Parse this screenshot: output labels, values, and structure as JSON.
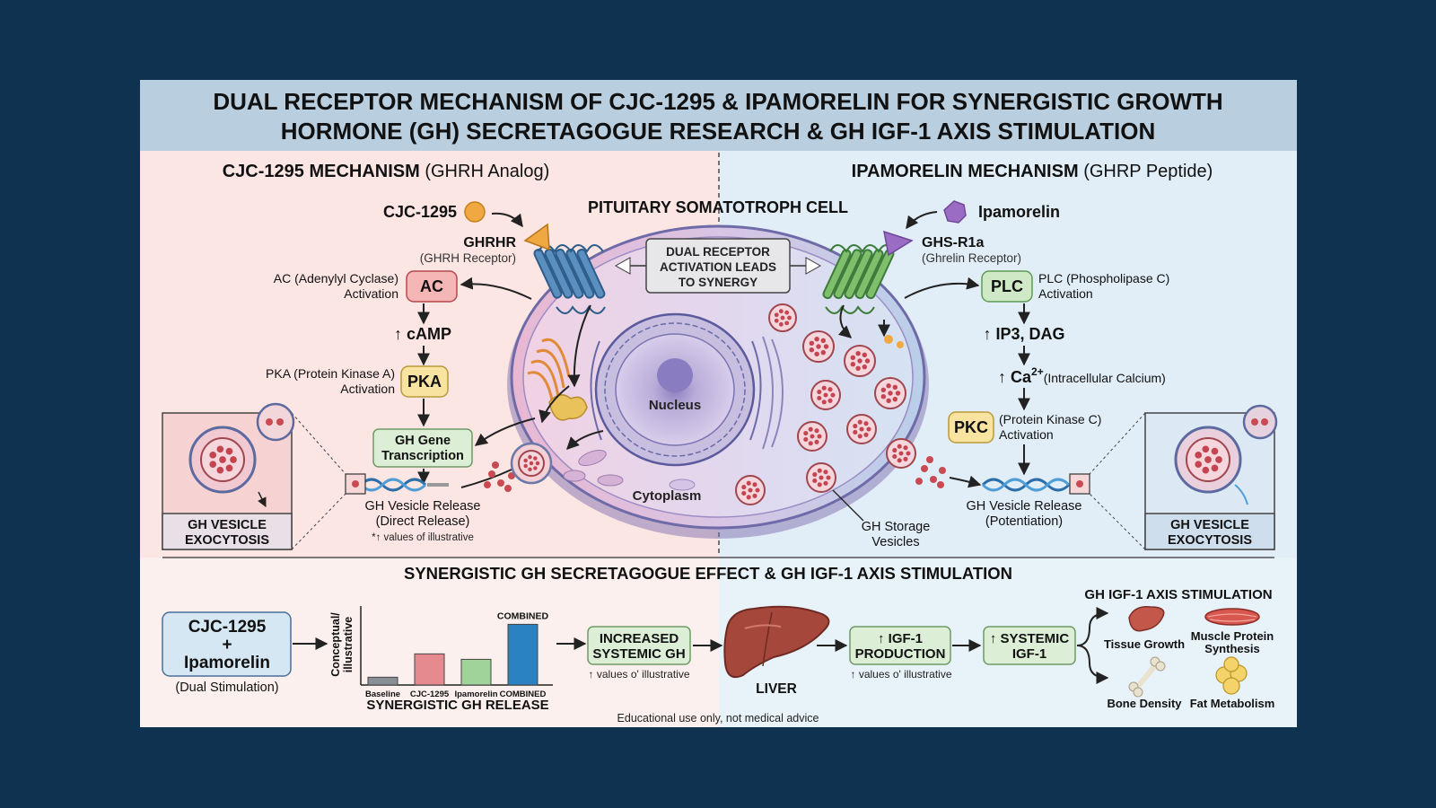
{
  "title": {
    "line1": "DUAL RECEPTOR MECHANISM OF CJC-1295 & IPAMORELIN FOR SYNERGISTIC GROWTH",
    "line2": "HORMONE (GH) SECRETAGOGUE RESEARCH & GH IGF-1 AXIS STIMULATION"
  },
  "left": {
    "heading_bold": "CJC-1295 MECHANISM",
    "heading_rest": "(GHRH Analog)",
    "ligand": "CJC-1295",
    "receptor": "GHRHR",
    "receptor_sub": "(GHRH Receptor)",
    "ac_label_1": "AC (Adenylyl Cyclase)",
    "ac_label_2": "Activation",
    "ac_box": "AC",
    "camp": "↑ cAMP",
    "pka_label_1": "PKA (Protein Kinase A)",
    "pka_label_2": "Activation",
    "pka_box": "PKA",
    "gene_1": "GH Gene",
    "gene_2": "Transcription",
    "release_1": "GH Vesicle Release",
    "release_2": "(Direct Release)",
    "note": "*↑ values of illustrative",
    "exo_1": "GH VESICLE",
    "exo_2": "EXOCYTOSIS"
  },
  "right": {
    "heading_bold": "IPAMORELIN MECHANISM",
    "heading_rest": "(GHRP Peptide)",
    "ligand": "Ipamorelin",
    "receptor": "GHS-R1a",
    "receptor_sub": "(Ghrelin Receptor)",
    "plc_box": "PLC",
    "plc_label_1": "PLC (Phospholipase C)",
    "plc_label_2": "Activation",
    "ip3": "↑ IP3, DAG",
    "ca": "↑ Ca",
    "ca_sup": "2+",
    "ca_label": "(Intracellular Calcium)",
    "pkc_box": "PKC",
    "pkc_label_1": "(Protein Kinase C)",
    "pkc_label_2": "Activation",
    "release_1": "GH Vesicle Release",
    "release_2": "(Potentiation)",
    "exo_1": "GH VESICLE",
    "exo_2": "EXOCYTOSIS"
  },
  "cell": {
    "title": "PITUITARY SOMATOTROPH CELL",
    "synergy_1": "DUAL RECEPTOR",
    "synergy_2": "ACTIVATION LEADS",
    "synergy_3": "TO SYNERGY",
    "nucleus": "Nucleus",
    "cytoplasm": "Cytoplasm",
    "storage_1": "GH Storage",
    "storage_2": "Vesicles"
  },
  "bottom": {
    "heading": "SYNERGISTIC GH SECRETAGOGUE EFFECT & GH IGF-1 AXIS STIMULATION",
    "combo_1": "CJC-1295",
    "combo_2": "+",
    "combo_3": "Ipamorelin",
    "combo_sub": "(Dual Stimulation)",
    "chart_ylabel_1": "Conceptual/",
    "chart_ylabel_2": "illustrative",
    "chart_title": "SYNERGISTIC GH RELEASE",
    "increased_1": "INCREASED",
    "increased_2": "SYSTEMIC GH",
    "increased_note": "↑ values o' illustrative",
    "liver": "LIVER",
    "igf_prod_1": "↑ IGF-1",
    "igf_prod_2": "PRODUCTION",
    "igf_prod_note": "↑ values o' illustrative",
    "systemic_1": "↑ SYSTEMIC",
    "systemic_2": "IGF-1",
    "axis_title": "GH IGF-1 AXIS STIMULATION",
    "tissue": "Tissue Growth",
    "muscle_1": "Muscle Protein",
    "muscle_2": "Synthesis",
    "bone": "Bone Density",
    "fat": "Fat Metabolism",
    "disclaimer": "Educational use only, not medical advice"
  },
  "chart_data": {
    "type": "bar",
    "categories": [
      "Baseline",
      "CJC-1295",
      "Ipamorelin",
      "COMBINED"
    ],
    "values": [
      1,
      4,
      3.3,
      7.8
    ],
    "value_labels": [
      "",
      "",
      "",
      "COMBINED"
    ],
    "colors": [
      "#8a8f96",
      "#e58a8f",
      "#9fd39a",
      "#2b82c2"
    ],
    "ylabel": "Conceptual/ illustrative",
    "title": "SYNERGISTIC GH RELEASE",
    "ylim": [
      0,
      9
    ]
  },
  "colors": {
    "background": "#0e3250",
    "title_band": "#b9cfe0",
    "left_panel": "#fbe6e3",
    "right_panel": "#e1eef7",
    "ac": "#f4b7b6",
    "pka": "#f8e3a0",
    "plc": "#cfe9c7",
    "pkc": "#f8e3a0",
    "combined_bar": "#2b82c2"
  }
}
